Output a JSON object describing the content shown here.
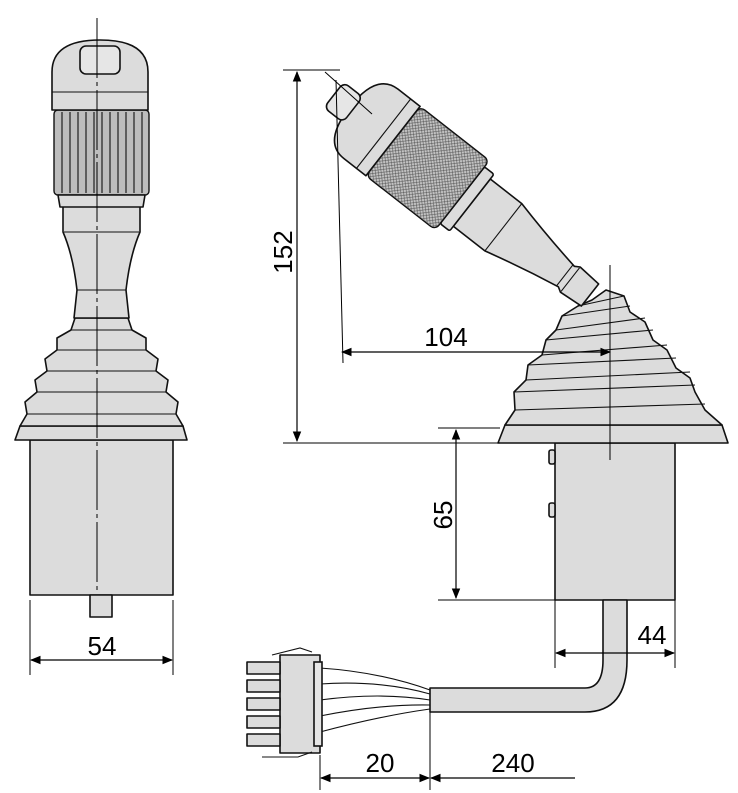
{
  "dimensions": {
    "width_front": "54",
    "height_total": "152",
    "tilt_offset": "104",
    "base_height": "65",
    "base_depth": "44",
    "connector_length": "20",
    "cable_length": "240"
  },
  "colors": {
    "part_fill": "#dcdcdc",
    "knurl_fill": "#bdbdbd",
    "outline": "#111111"
  }
}
